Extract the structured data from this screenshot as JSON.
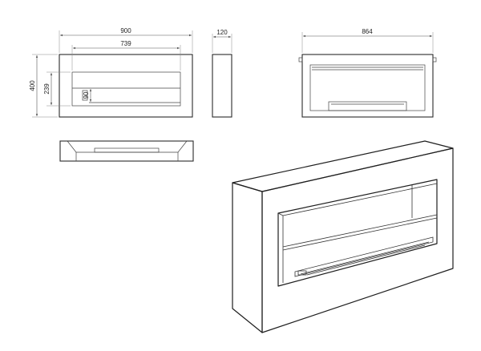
{
  "dimensions": {
    "front_overall_width": "900",
    "front_opening_width": "739",
    "front_overall_height": "400",
    "front_opening_height": "239",
    "burner_height": "90",
    "side_depth": "120",
    "back_width": "864"
  },
  "colors": {
    "line": "#2a2a2a",
    "dimension_line": "#555555",
    "background": "#ffffff"
  }
}
